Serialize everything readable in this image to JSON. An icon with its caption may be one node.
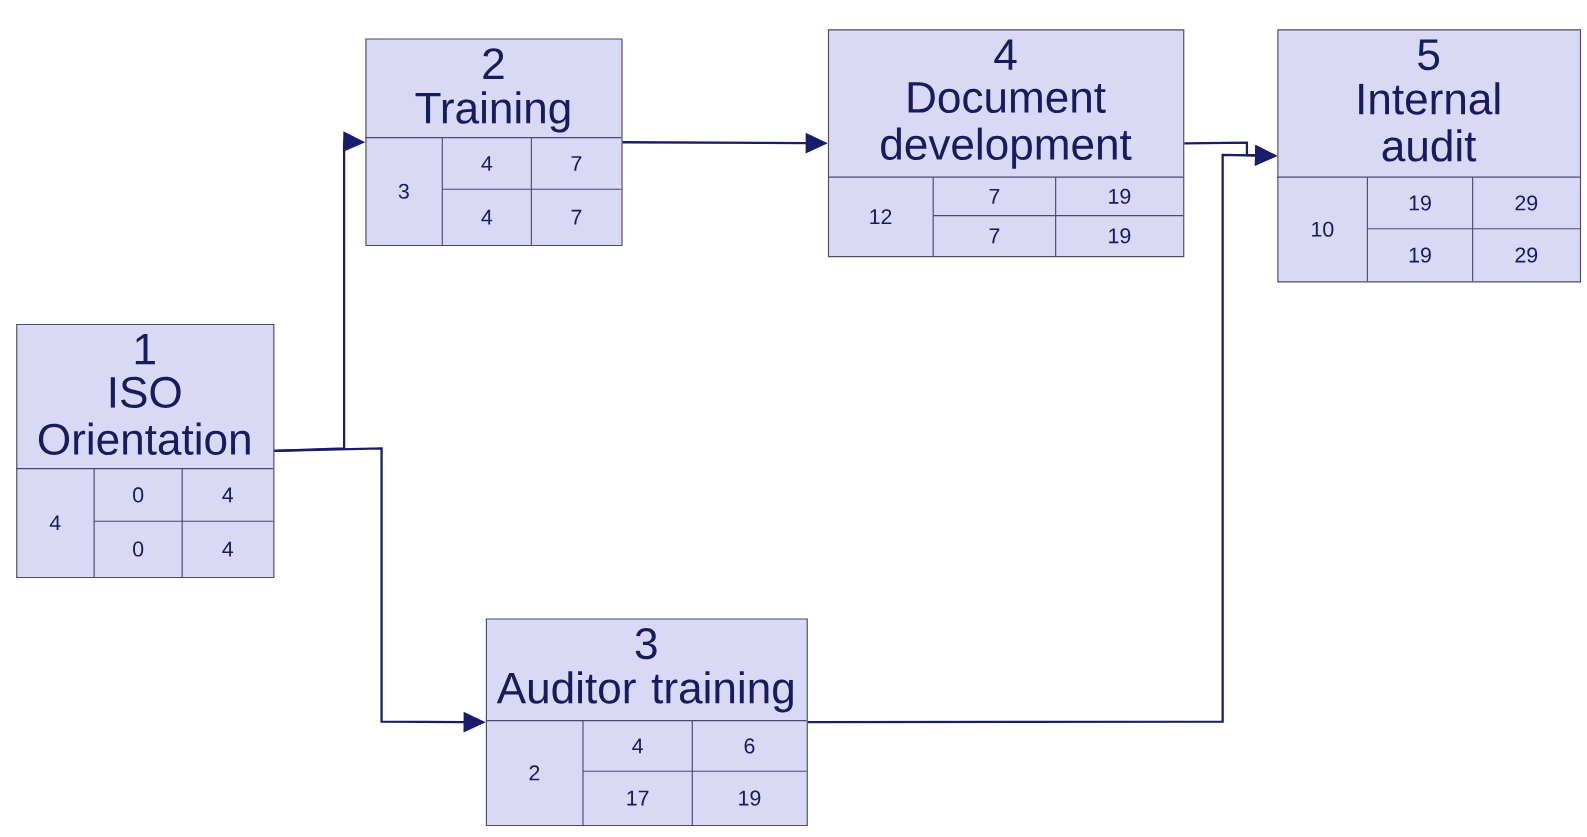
{
  "diagram": {
    "nodes": [
      {
        "text": [
          "1",
          "ISO Orientation",
          "4",
          "0",
          "4",
          "0",
          "4"
        ]
      },
      {
        "text": [
          "2",
          "Training",
          "3",
          "4",
          "7",
          "4",
          "7"
        ]
      },
      {
        "text": [
          "3",
          "Auditor training",
          "2",
          "4",
          "6",
          "17",
          "19"
        ]
      },
      {
        "text": [
          "4",
          "Document development",
          "12",
          "7",
          "19",
          "7",
          "19"
        ]
      },
      {
        "text": [
          "5",
          "Internal audit",
          "10",
          "19",
          "29",
          "19",
          "29"
        ]
      }
    ],
    "edges": [
      {
        "from": 0,
        "to": 1,
        "arrow": "to"
      },
      {
        "from": 0,
        "to": 2,
        "arrow": "to"
      },
      {
        "from": 1,
        "to": 3,
        "arrow": "to"
      },
      {
        "from": 3,
        "to": 4,
        "arrow": "to"
      },
      {
        "from": 2,
        "to": 4,
        "arrow": "to"
      }
    ]
  }
}
